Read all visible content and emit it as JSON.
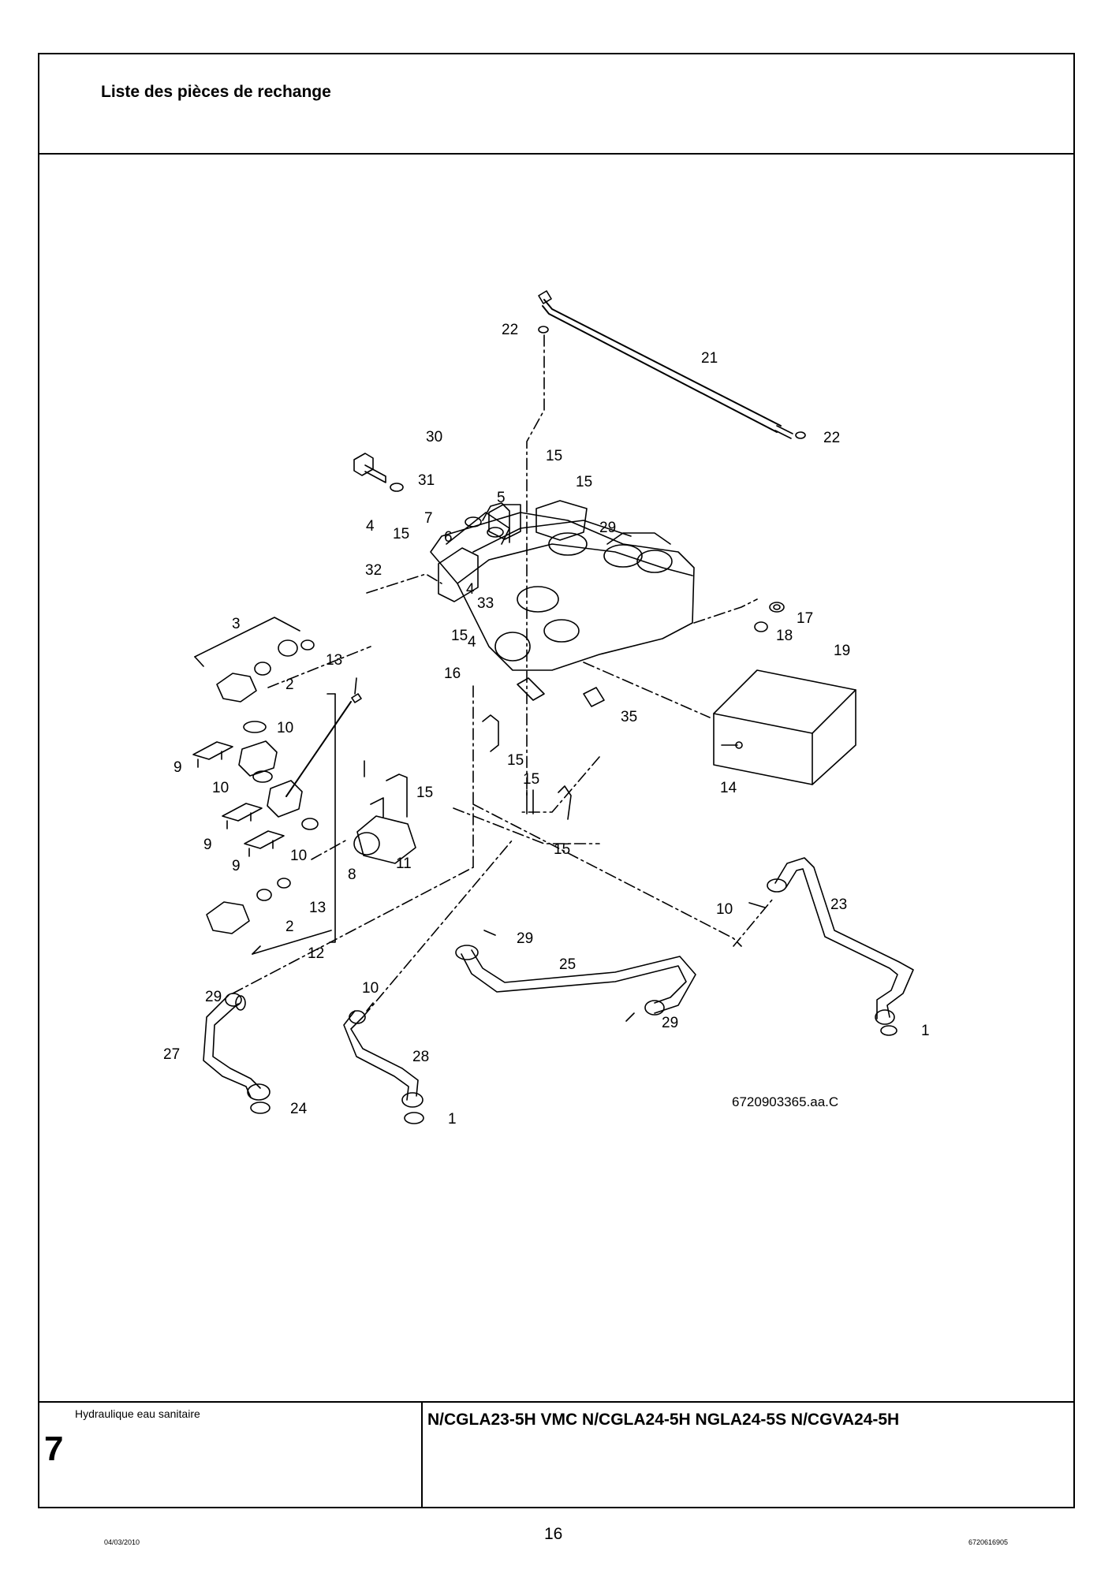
{
  "header": {
    "title": "Liste des pièces de rechange"
  },
  "drawing": {
    "reference": "6720903365.aa.C",
    "callouts": {
      "c22a": "22",
      "c21": "21",
      "c22b": "22",
      "c30": "30",
      "c31": "31",
      "c15a": "15",
      "c15b": "15",
      "c5": "5",
      "c7": "7",
      "c4a": "4",
      "c15c": "15",
      "c6": "6",
      "c29a": "29",
      "c32": "32",
      "c4b": "4",
      "c33": "33",
      "c17": "17",
      "c18": "18",
      "c3": "3",
      "c15d": "15",
      "c4c": "4",
      "c13a": "13",
      "c16": "16",
      "c19": "19",
      "c2a": "2",
      "c35": "35",
      "c10a": "10",
      "c15e": "15",
      "c9a": "9",
      "c15f": "15",
      "c10b": "10",
      "c14": "14",
      "c15g": "15",
      "c15h": "15",
      "c9b": "9",
      "c10c": "10",
      "c11": "11",
      "c9c": "9",
      "c8": "8",
      "c10d": "10",
      "c23": "23",
      "c13b": "13",
      "c2b": "2",
      "c29b": "29",
      "c12": "12",
      "c25": "25",
      "c10e": "10",
      "c29c": "29",
      "c29d": "29",
      "c1a": "1",
      "c27": "27",
      "c28": "28",
      "c24": "24",
      "c1b": "1"
    }
  },
  "footer": {
    "section_name": "Hydraulique eau sanitaire",
    "section_number": "7",
    "models": "N/CGLA23-5H VMC N/CGLA24-5H NGLA24-5S N/CGVA24-5H",
    "page_number": "16",
    "print_date": "04/03/2010",
    "document_code": "6720616905"
  }
}
